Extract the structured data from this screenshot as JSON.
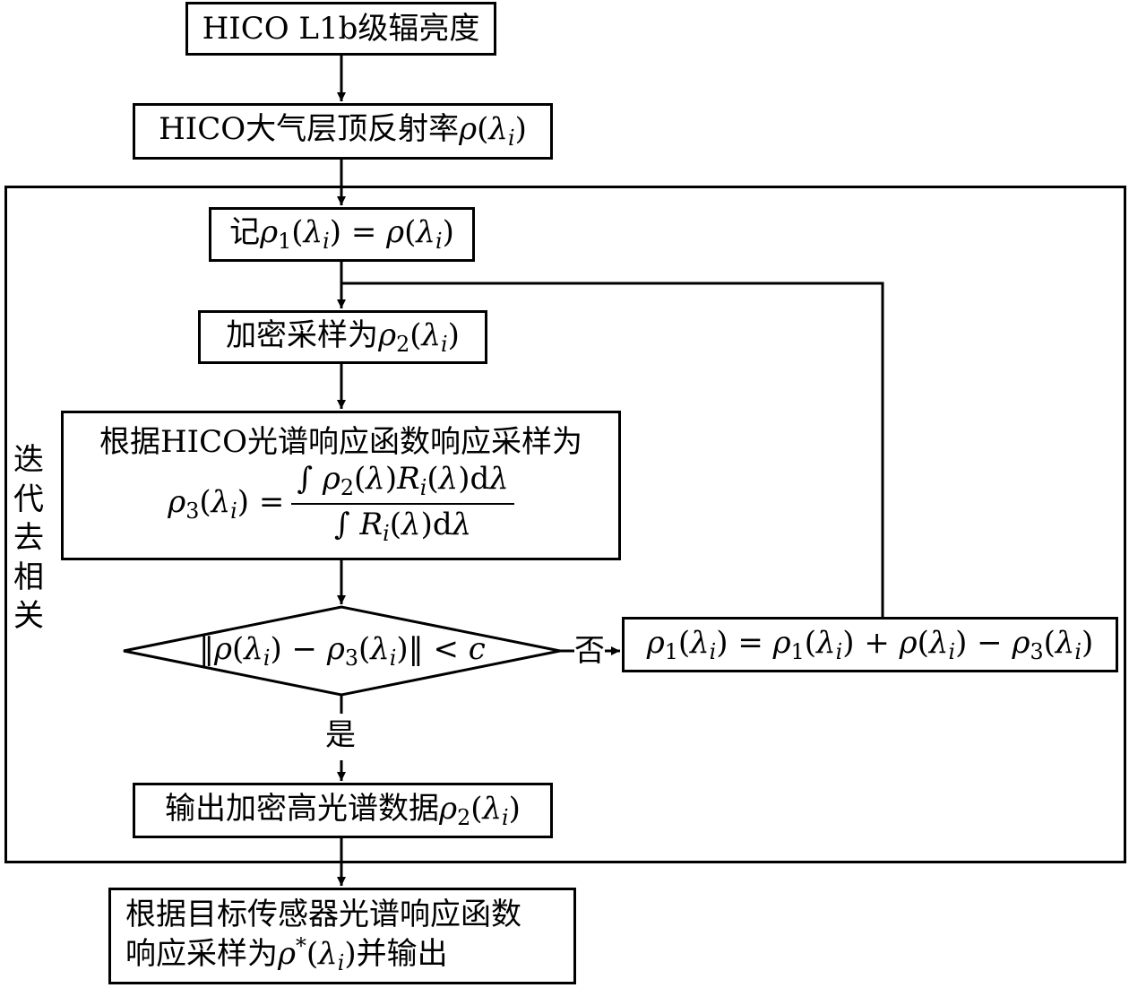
{
  "diagram": {
    "loop_label": [
      "迭",
      "代",
      "去",
      "相",
      "关"
    ],
    "nodes": {
      "radiance": {
        "segments": [
          {
            "t": "HICO L1b级辐亮度",
            "c": ""
          }
        ]
      },
      "toa": {
        "segments": [
          {
            "t": "HICO大气层顶反射率",
            "c": ""
          },
          {
            "t": "ρ",
            "c": "m"
          },
          {
            "t": "(",
            "c": ""
          },
          {
            "t": "λ",
            "c": "m"
          },
          {
            "t": "i",
            "c": "subi"
          },
          {
            "t": ")",
            "c": ""
          }
        ]
      },
      "init": {
        "segments": [
          {
            "t": "记",
            "c": ""
          },
          {
            "t": "ρ",
            "c": "m"
          },
          {
            "t": "1",
            "c": "sub"
          },
          {
            "t": "(",
            "c": ""
          },
          {
            "t": "λ",
            "c": "m"
          },
          {
            "t": "i",
            "c": "subi"
          },
          {
            "t": ") = ",
            "c": ""
          },
          {
            "t": "ρ",
            "c": "m"
          },
          {
            "t": "(",
            "c": ""
          },
          {
            "t": "λ",
            "c": "m"
          },
          {
            "t": "i",
            "c": "subi"
          },
          {
            "t": ")",
            "c": ""
          }
        ]
      },
      "densify": {
        "segments": [
          {
            "t": "加密采样为",
            "c": ""
          },
          {
            "t": "ρ",
            "c": "m"
          },
          {
            "t": "2",
            "c": "sub"
          },
          {
            "t": "(",
            "c": ""
          },
          {
            "t": "λ",
            "c": "m"
          },
          {
            "t": "i",
            "c": "subi"
          },
          {
            "t": ")",
            "c": ""
          }
        ]
      },
      "resample": {
        "title": "根据HICO光谱响应函数响应采样为",
        "lhs": [
          {
            "t": "ρ",
            "c": "m"
          },
          {
            "t": "3",
            "c": "sub"
          },
          {
            "t": "(",
            "c": ""
          },
          {
            "t": "λ",
            "c": "m"
          },
          {
            "t": "i",
            "c": "subi"
          },
          {
            "t": ") =",
            "c": ""
          }
        ],
        "numerator": [
          {
            "t": "∫ ",
            "c": ""
          },
          {
            "t": "ρ",
            "c": "m"
          },
          {
            "t": "2",
            "c": "sub"
          },
          {
            "t": "(",
            "c": ""
          },
          {
            "t": "λ",
            "c": "m"
          },
          {
            "t": ")",
            "c": ""
          },
          {
            "t": "R",
            "c": "m"
          },
          {
            "t": "i",
            "c": "subi"
          },
          {
            "t": "(",
            "c": ""
          },
          {
            "t": "λ",
            "c": "m"
          },
          {
            "t": ")d",
            "c": ""
          },
          {
            "t": "λ",
            "c": "m"
          }
        ],
        "denominator": [
          {
            "t": "∫ ",
            "c": ""
          },
          {
            "t": "R",
            "c": "m"
          },
          {
            "t": "i",
            "c": "subi"
          },
          {
            "t": "(",
            "c": ""
          },
          {
            "t": "λ",
            "c": "m"
          },
          {
            "t": ")d",
            "c": ""
          },
          {
            "t": "λ",
            "c": "m"
          }
        ]
      },
      "decision": {
        "segments": [
          {
            "t": "‖",
            "c": ""
          },
          {
            "t": "ρ",
            "c": "m"
          },
          {
            "t": "(",
            "c": ""
          },
          {
            "t": "λ",
            "c": "m"
          },
          {
            "t": "i",
            "c": "subi"
          },
          {
            "t": ")  − ",
            "c": ""
          },
          {
            "t": "ρ",
            "c": "m"
          },
          {
            "t": "3",
            "c": "sub"
          },
          {
            "t": "(",
            "c": ""
          },
          {
            "t": "λ",
            "c": "m"
          },
          {
            "t": "i",
            "c": "subi"
          },
          {
            "t": ")‖ < ",
            "c": ""
          },
          {
            "t": "c",
            "c": "m"
          }
        ]
      },
      "update": {
        "segments": [
          {
            "t": "ρ",
            "c": "m"
          },
          {
            "t": "1",
            "c": "sub"
          },
          {
            "t": "(",
            "c": ""
          },
          {
            "t": "λ",
            "c": "m"
          },
          {
            "t": "i",
            "c": "subi"
          },
          {
            "t": ") = ",
            "c": ""
          },
          {
            "t": "ρ",
            "c": "m"
          },
          {
            "t": "1",
            "c": "sub"
          },
          {
            "t": "(",
            "c": ""
          },
          {
            "t": "λ",
            "c": "m"
          },
          {
            "t": "i",
            "c": "subi"
          },
          {
            "t": ") + ",
            "c": ""
          },
          {
            "t": "ρ",
            "c": "m"
          },
          {
            "t": "(",
            "c": ""
          },
          {
            "t": "λ",
            "c": "m"
          },
          {
            "t": "i",
            "c": "subi"
          },
          {
            "t": ") − ",
            "c": ""
          },
          {
            "t": "ρ",
            "c": "m"
          },
          {
            "t": "3",
            "c": "sub"
          },
          {
            "t": "(",
            "c": ""
          },
          {
            "t": "λ",
            "c": "m"
          },
          {
            "t": "i",
            "c": "subi"
          },
          {
            "t": ")",
            "c": ""
          }
        ]
      },
      "output": {
        "segments": [
          {
            "t": "输出加密高光谱数据",
            "c": ""
          },
          {
            "t": "ρ",
            "c": "m"
          },
          {
            "t": "2",
            "c": "sub"
          },
          {
            "t": "(",
            "c": ""
          },
          {
            "t": "λ",
            "c": "m"
          },
          {
            "t": "i",
            "c": "subi"
          },
          {
            "t": ")",
            "c": ""
          }
        ]
      },
      "final": {
        "line1": [
          {
            "t": "根据目标传感器光谱响应函数",
            "c": ""
          }
        ],
        "line2": [
          {
            "t": "响应采样为",
            "c": ""
          },
          {
            "t": "ρ",
            "c": "m"
          },
          {
            "t": "*",
            "c": "sup"
          },
          {
            "t": "(",
            "c": ""
          },
          {
            "t": "λ",
            "c": "m"
          },
          {
            "t": "i",
            "c": "subi"
          },
          {
            "t": ")",
            "c": ""
          },
          {
            "t": "并输出",
            "c": ""
          }
        ]
      }
    },
    "edge_labels": {
      "no": "否",
      "yes": "是"
    }
  }
}
